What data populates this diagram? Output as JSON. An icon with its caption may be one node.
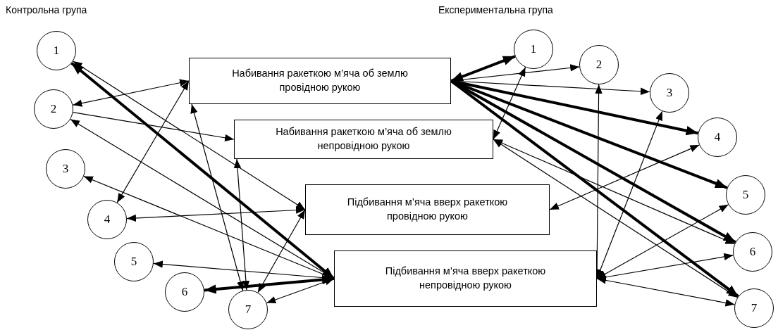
{
  "diagram": {
    "nodes": [
      {
        "text": [
          "1"
        ]
      },
      {
        "text": [
          "2"
        ]
      },
      {
        "text": [
          "3"
        ]
      },
      {
        "text": [
          "4"
        ]
      },
      {
        "text": [
          "5"
        ]
      },
      {
        "text": [
          "6"
        ]
      },
      {
        "text": [
          "7"
        ]
      },
      {
        "text": [
          "Набивання ракеткою м’яча об землю провідною рукою"
        ]
      },
      {
        "text": [
          "Набивання ракеткою м’яча об землю непровідною рукою"
        ]
      },
      {
        "text": [
          "Підбивання м’яча вверх ракеткою провідною рукою"
        ]
      },
      {
        "text": [
          "Підбивання м’яча вверх ракеткою непровідною рукою"
        ]
      },
      {
        "text": [
          "1"
        ]
      },
      {
        "text": [
          "2"
        ]
      },
      {
        "text": [
          "3"
        ]
      },
      {
        "text": [
          "4"
        ]
      },
      {
        "text": [
          "5"
        ]
      },
      {
        "text": [
          "6"
        ]
      },
      {
        "text": [
          "7"
        ]
      }
    ],
    "edges": [
      {
        "from": 0,
        "to": 10,
        "arrow": "both",
        "style": "thick"
      },
      {
        "from": 0,
        "to": 9,
        "arrow": "both"
      },
      {
        "from": 1,
        "to": 7,
        "arrow": "both"
      },
      {
        "from": 1,
        "to": 8,
        "arrow": "to"
      },
      {
        "from": 1,
        "to": 10,
        "arrow": "both"
      },
      {
        "from": 10,
        "to": 2,
        "arrow": "to"
      },
      {
        "from": 3,
        "to": 7,
        "arrow": "both"
      },
      {
        "from": 3,
        "to": 9,
        "arrow": "both"
      },
      {
        "from": 10,
        "to": 4,
        "arrow": "to"
      },
      {
        "from": 5,
        "to": 10,
        "arrow": "both",
        "style": "thick"
      },
      {
        "from": 6,
        "to": 10,
        "arrow": "both"
      },
      {
        "from": 6,
        "to": 7,
        "arrow": "both"
      },
      {
        "from": 6,
        "to": 8,
        "arrow": "both"
      },
      {
        "from": 6,
        "to": 9,
        "arrow": "both"
      },
      {
        "from": 7,
        "to": 11,
        "arrow": "both",
        "style": "thick"
      },
      {
        "from": 7,
        "to": 12,
        "arrow": "to"
      },
      {
        "from": 7,
        "to": 13,
        "arrow": "to"
      },
      {
        "from": 7,
        "to": 14,
        "arrow": "to",
        "style": "thick"
      },
      {
        "from": 7,
        "to": 15,
        "arrow": "to",
        "style": "thick"
      },
      {
        "from": 7,
        "to": 16,
        "arrow": "to",
        "style": "thick"
      },
      {
        "from": 7,
        "to": 17,
        "arrow": "to",
        "style": "thick"
      },
      {
        "from": 8,
        "to": 11,
        "arrow": "both"
      },
      {
        "from": 10,
        "to": 12,
        "arrow": "both"
      },
      {
        "from": 10,
        "to": 13,
        "arrow": "both"
      },
      {
        "from": 9,
        "to": 14,
        "arrow": "both"
      },
      {
        "from": 8,
        "to": 16,
        "arrow": "both"
      },
      {
        "from": 8,
        "to": 17,
        "arrow": "both"
      },
      {
        "from": 10,
        "to": 15,
        "arrow": "both"
      },
      {
        "from": 10,
        "to": 16,
        "arrow": "both"
      },
      {
        "from": 10,
        "to": 17,
        "arrow": "both"
      }
    ],
    "labels": [
      "Контрольна група",
      "Експериментальна група"
    ]
  }
}
